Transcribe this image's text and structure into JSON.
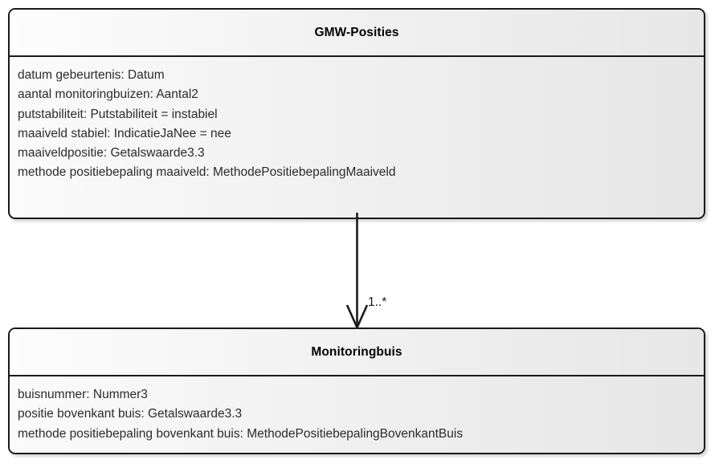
{
  "diagram": {
    "type": "uml-class-diagram",
    "classes": [
      {
        "id": "gmw-posities",
        "name": "GMW-Posities",
        "attributes": [
          "datum gebeurtenis: Datum",
          "aantal monitoringbuizen: Aantal2",
          "putstabiliteit: Putstabiliteit = instabiel",
          "maaiveld stabiel: IndicatieJaNee = nee",
          "maaiveldpositie: Getalswaarde3.3",
          "methode positiebepaling maaiveld: MethodePositiebepalingMaaiveld"
        ]
      },
      {
        "id": "monitoringbuis",
        "name": "Monitoringbuis",
        "attributes": [
          "buisnummer: Nummer3",
          "positie bovenkant buis: Getalswaarde3.3",
          "methode positiebepaling bovenkant buis: MethodePositiebepalingBovenkantBuis"
        ]
      }
    ],
    "associations": [
      {
        "id": "gmw-posities-to-monitoringbuis",
        "source": "gmw-posities",
        "target": "monitoringbuis",
        "multiplicity": "1..*",
        "arrow": "open-arrow"
      }
    ]
  },
  "colors": {
    "border": "#1a1a1a",
    "fill_light": "#fbfbfb",
    "fill_dark": "#e6e6e6",
    "text": "#2b2b2b",
    "title_text": "#000000"
  }
}
